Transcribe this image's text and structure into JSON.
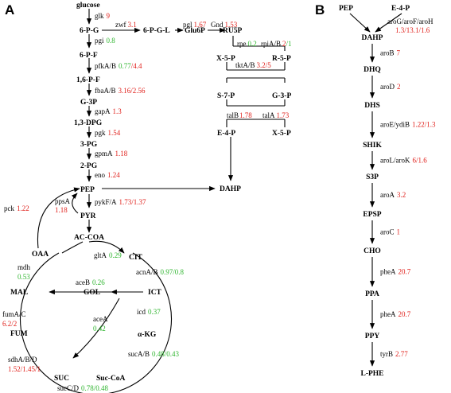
{
  "panels": {
    "a": "A",
    "b": "B"
  },
  "colors": {
    "upregulated": "#e0201b",
    "downregulated": "#2fb52f",
    "default": "#000000"
  },
  "metabolites": {
    "glucose": "glucose",
    "g6p": "6-P-G",
    "f6p": "6-P-F",
    "fbp": "1,6-P-F",
    "g3p": "G-3P",
    "dpg": "1,3-DPG",
    "pg3": "3-PG",
    "pg2": "2-PG",
    "pep": "PEP",
    "pyr": "PYR",
    "pgl": "6-P-G-L",
    "glu6p": "Glu6P",
    "ru5p": "RU5P",
    "x5p_a": "X-5-P",
    "r5p": "R-5-P",
    "s7p": "S-7-P",
    "g3p_b": "G-3-P",
    "e4p": "E-4-P",
    "x5p_b": "X-5-P",
    "dahp": "DAHP",
    "accoa": "AC-COA",
    "cit": "CIT",
    "icit": "ICT",
    "akg": "α-KG",
    "succoa": "Suc-CoA",
    "suc": "SUC",
    "fum": "FUM",
    "mal": "MAL",
    "oaa": "OAA",
    "gol": "GOL"
  },
  "enzymes": {
    "glk": {
      "name": "glk",
      "fold": "9",
      "dir": "up"
    },
    "pgi": {
      "name": "pgi",
      "fold": "0.8",
      "dir": "down"
    },
    "pfk": {
      "name": "pfkA/B",
      "fold": "0.77",
      "dir": "down",
      "fold2": "/4.4",
      "dir2": "up"
    },
    "fba": {
      "name": "fbaA/B",
      "fold": "3.16/2.56",
      "dir": "up"
    },
    "gap": {
      "name": "gapA",
      "fold": "1.3",
      "dir": "up"
    },
    "pgk": {
      "name": "pgk",
      "fold": "1.54",
      "dir": "up"
    },
    "gpm": {
      "name": "gpmA",
      "fold": "1.18",
      "dir": "up"
    },
    "eno": {
      "name": "eno",
      "fold": "1.24",
      "dir": "up"
    },
    "pyk": {
      "name": "pykF/A",
      "fold": "1.73/1.37",
      "dir": "up"
    },
    "pps": {
      "name": "ppsA",
      "fold": "1.18",
      "dir": "up"
    },
    "pck": {
      "name": "pck",
      "fold": "1.22",
      "dir": "up"
    },
    "zwf": {
      "name": "zwf",
      "fold": "3.1",
      "dir": "up"
    },
    "pgl": {
      "name": "pgl",
      "fold": "1.67",
      "dir": "up"
    },
    "gnd": {
      "name": "Gnd",
      "fold": "1.53",
      "dir": "up"
    },
    "rpe": {
      "name": "rpe",
      "fold": "0.2",
      "dir": "down"
    },
    "rpi": {
      "name": "rpiA/B",
      "fold": "2",
      "dir": "up",
      "fold2": "/1",
      "dir2": "down"
    },
    "tkt": {
      "name": "tktA/B",
      "fold": "3.2/5",
      "dir": "up"
    },
    "talb": {
      "name": "talB",
      "fold": "1.78",
      "dir": "up"
    },
    "tala": {
      "name": "talA",
      "fold": "1.73",
      "dir": "up"
    },
    "glt": {
      "name": "gltA",
      "fold": "0.29",
      "dir": "down"
    },
    "acn": {
      "name": "acnA/B",
      "fold": "0.97/0.8",
      "dir": "down"
    },
    "icd": {
      "name": "icd",
      "fold": "0.37",
      "dir": "down"
    },
    "suc_ab": {
      "name": "sucA/B",
      "fold": "0.48/0.43",
      "dir": "down"
    },
    "suc_cd": {
      "name": "sucC/D",
      "fold": "0.78/0.48",
      "dir": "down"
    },
    "sdh": {
      "name": "sdhA/B/D",
      "fold": "1.52/1.45/1",
      "dir": "up"
    },
    "fum": {
      "name": "fumA/C",
      "fold": "6.2/2",
      "dir": "up"
    },
    "mdh": {
      "name": "mdh",
      "fold": "0.53",
      "dir": "down"
    },
    "ace_b": {
      "name": "aceB",
      "fold": "0.26",
      "dir": "down"
    },
    "ace_a": {
      "name": "aceA",
      "fold": "0.42",
      "dir": "down"
    }
  },
  "shikimate": {
    "metabolites": [
      "PEP",
      "E-4-P",
      "DAHP",
      "DHQ",
      "DHS",
      "SHIK",
      "S3P",
      "EPSP",
      "CHO",
      "PPA",
      "PPY",
      "L-PHE"
    ],
    "steps": [
      {
        "name": "aroG/aroF/aroH",
        "fold": "1.3/13.1/1.6"
      },
      {
        "name": "aroB",
        "fold": "7"
      },
      {
        "name": "aroD",
        "fold": "2"
      },
      {
        "name": "aroE/ydiB",
        "fold": "1.22/1.3"
      },
      {
        "name": "aroL/aroK",
        "fold": "6/1.6"
      },
      {
        "name": "aroA",
        "fold": "3.2"
      },
      {
        "name": "aroC",
        "fold": "1"
      },
      {
        "name": "pheA",
        "fold": "20.7"
      },
      {
        "name": "pheA",
        "fold": "20.7"
      },
      {
        "name": "tyrB",
        "fold": "2.77"
      }
    ]
  }
}
